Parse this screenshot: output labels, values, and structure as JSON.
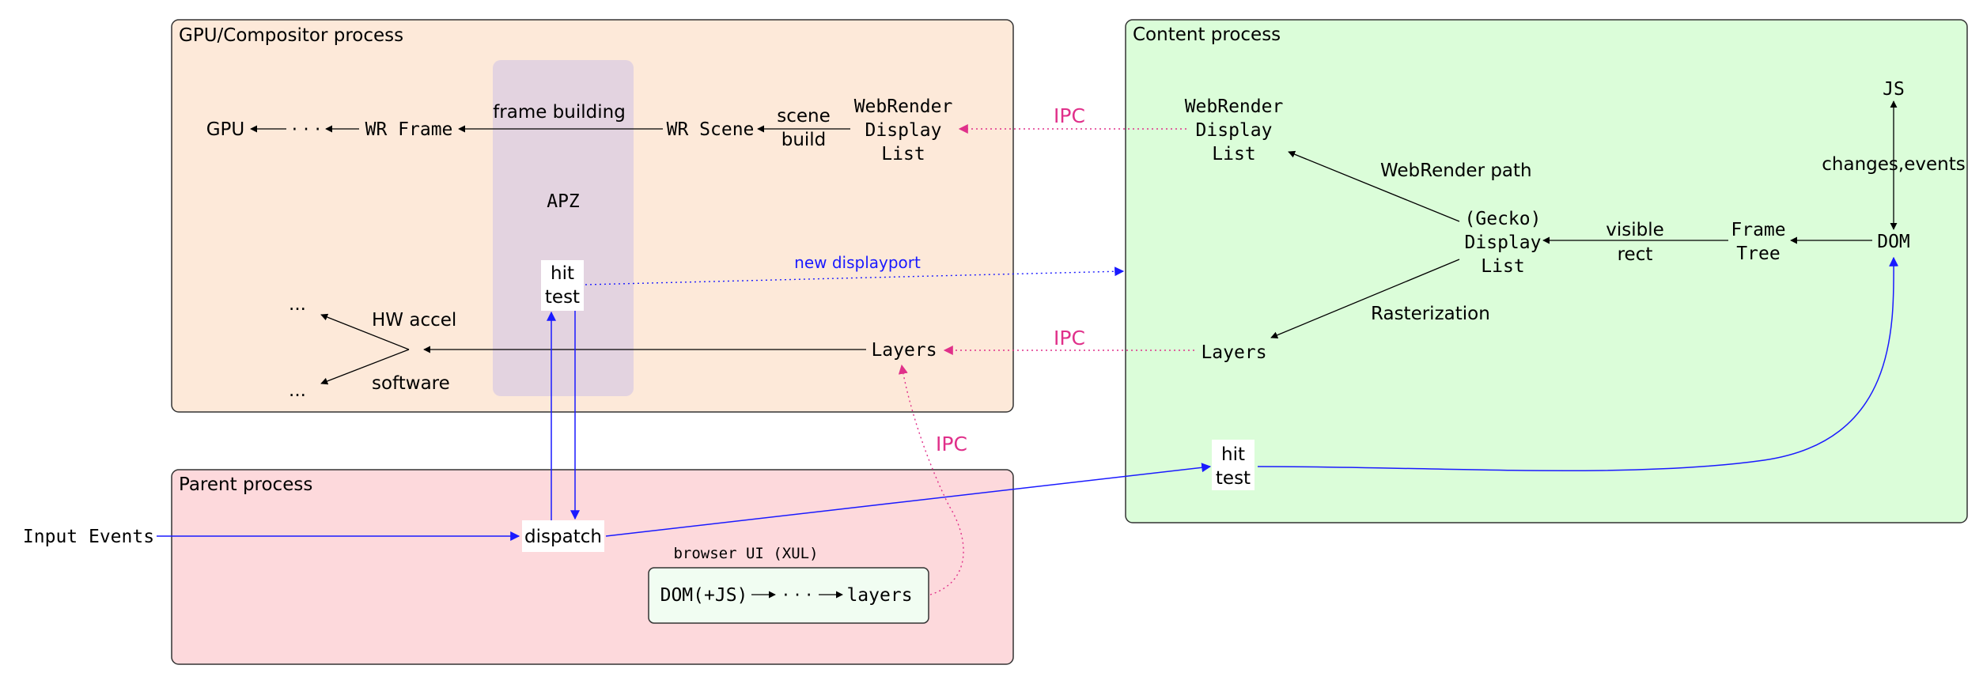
{
  "colors": {
    "gpu_fill": "#fde9d9",
    "parent_fill": "#fdd9dc",
    "content_fill": "#dbfdd9",
    "apz_fill": "#e3d3e0",
    "ui_fill": "#f1fdf2",
    "ipc": "#e0308a",
    "input_flow": "#1a1aff"
  },
  "gpu_process": {
    "title": "GPU/Compositor process",
    "gpu": "GPU",
    "dots": "· · ·",
    "wr_frame": "WR Frame",
    "frame_building": "frame building",
    "wr_scene": "WR Scene",
    "scene_build_1": "scene",
    "scene_build_2": "build",
    "wr_dl_1": "WebRender",
    "wr_dl_2": "Display",
    "wr_dl_3": "List",
    "apz": "APZ",
    "hit_test_1": "hit",
    "hit_test_2": "test",
    "dots_top": "...",
    "dots_bottom": "...",
    "hw_accel": "HW accel",
    "software": "software",
    "layers": "Layers"
  },
  "parent_process": {
    "title": "Parent process",
    "dispatch": "dispatch",
    "browser_ui": "browser UI (XUL)",
    "ui_dom": "DOM(+JS)",
    "ui_dots": "· · ·",
    "ui_layers": "layers"
  },
  "content_process": {
    "title": "Content process",
    "wr_dl_1": "WebRender",
    "wr_dl_2": "Display",
    "wr_dl_3": "List",
    "js": "JS",
    "changes_events": "changes,events",
    "webrender_path": "WebRender path",
    "gecko_dl_1": "(Gecko)",
    "gecko_dl_2": "Display",
    "gecko_dl_3": "List",
    "visible_rect_1": "visible",
    "visible_rect_2": "rect",
    "frame_tree_1": "Frame",
    "frame_tree_2": "Tree",
    "dom": "DOM",
    "rasterization": "Rasterization",
    "layers": "Layers",
    "hit_test_1": "hit",
    "hit_test_2": "test"
  },
  "input_events": "Input Events",
  "ipc_label": "IPC",
  "new_displayport": "new displayport"
}
